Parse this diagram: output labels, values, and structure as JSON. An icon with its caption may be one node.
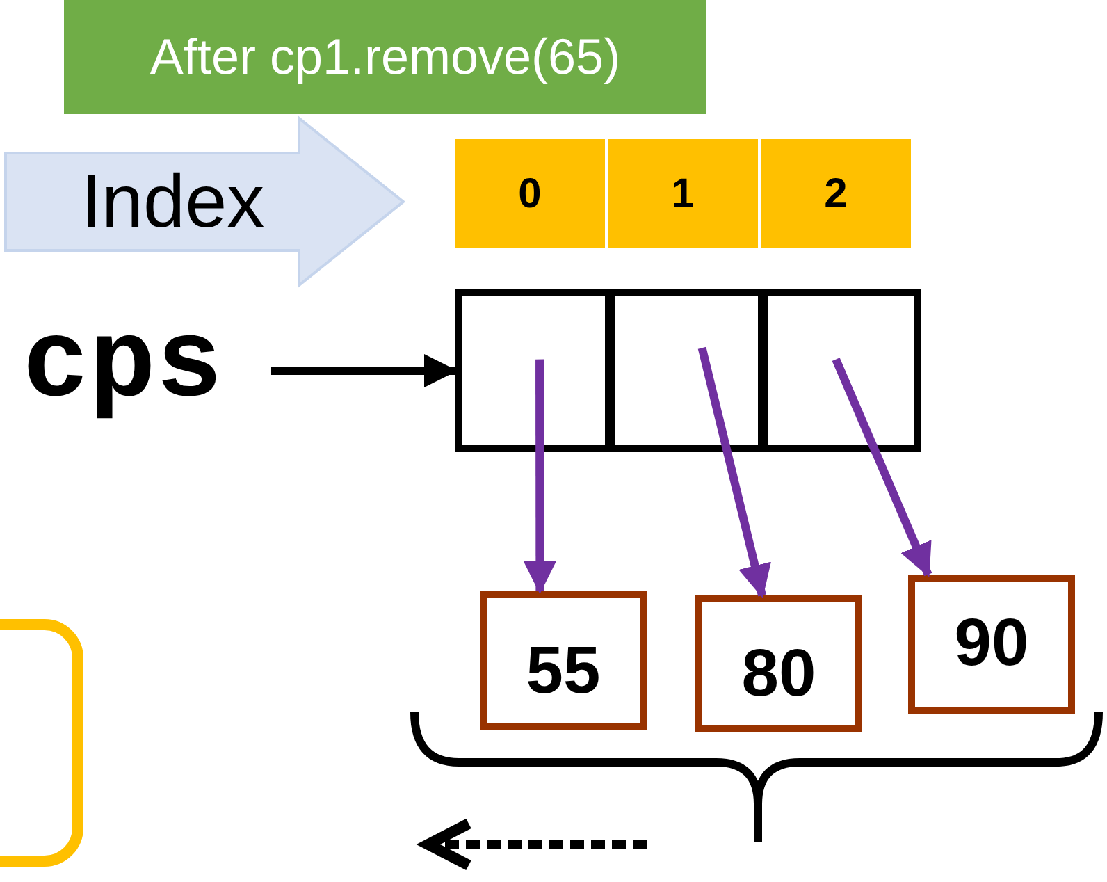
{
  "diagram": {
    "nodes": [
      {
        "text": [
          "After cp1.remove(65)"
        ]
      },
      {
        "text": [
          "Index"
        ]
      },
      {
        "text": [
          "0"
        ]
      },
      {
        "text": [
          "1"
        ]
      },
      {
        "text": [
          "2"
        ]
      },
      {
        "text": [
          "cps"
        ]
      },
      {
        "text": [],
        "shape": "box"
      },
      {
        "text": [],
        "shape": "box"
      },
      {
        "text": [],
        "shape": "box"
      },
      {
        "text": [
          "55"
        ]
      },
      {
        "text": [
          "80"
        ]
      },
      {
        "text": [
          "90"
        ]
      },
      {
        "text": [],
        "shape": "box"
      }
    ],
    "edges": [
      {
        "from": 5,
        "to": 6,
        "arrow": "to",
        "color": "#000000"
      },
      {
        "from": 6,
        "to": 9,
        "arrow": "to"
      },
      {
        "from": 7,
        "to": 10,
        "arrow": "to"
      },
      {
        "from": 8,
        "to": 11,
        "arrow": "to"
      }
    ]
  }
}
